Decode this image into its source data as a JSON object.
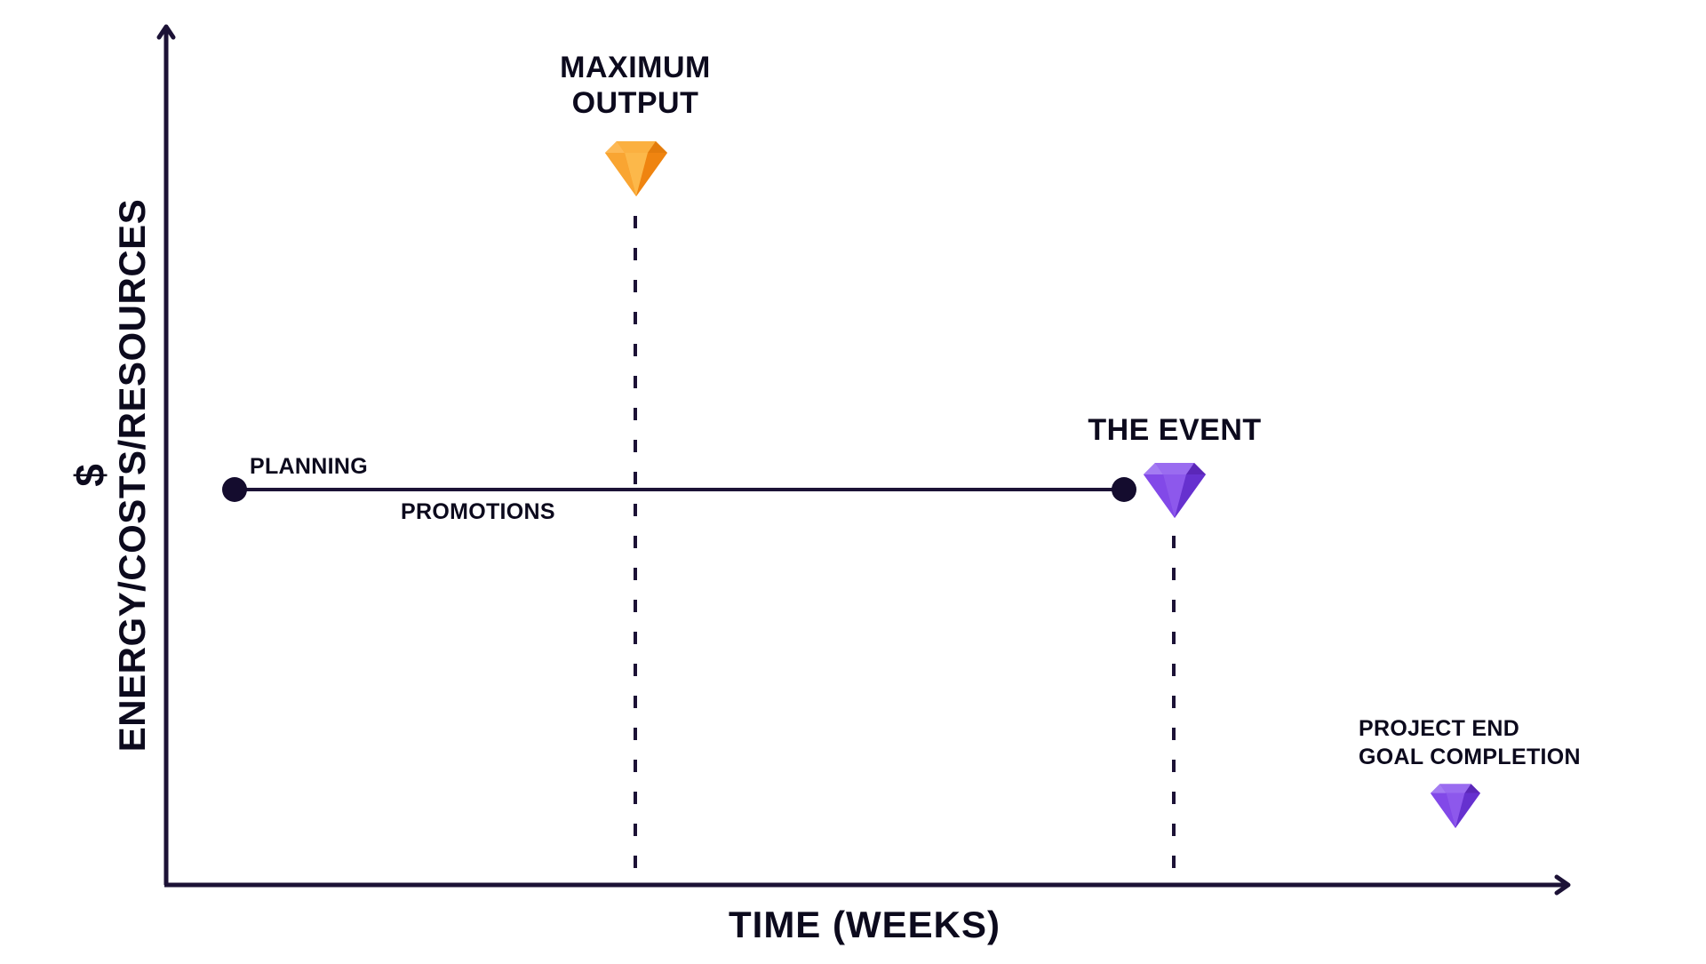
{
  "axes": {
    "y_label_symbol": "$",
    "y_label_text": "ENERGY/COSTS/RESOURCES",
    "x_label": "TIME (WEEKS)"
  },
  "milestones": {
    "maximum_output": {
      "line1": "MAXIMUM",
      "line2": "OUTPUT"
    },
    "the_event": "THE EVENT",
    "project_end": {
      "line1": "PROJECT END",
      "line2": "GOAL COMPLETION"
    }
  },
  "timeline": {
    "start_label": "PLANNING",
    "segment_label": "PROMOTIONS"
  },
  "colors": {
    "ink": "#1c1236",
    "orange_gem": "#f7941d",
    "purple_gem": "#7b3fe4"
  }
}
